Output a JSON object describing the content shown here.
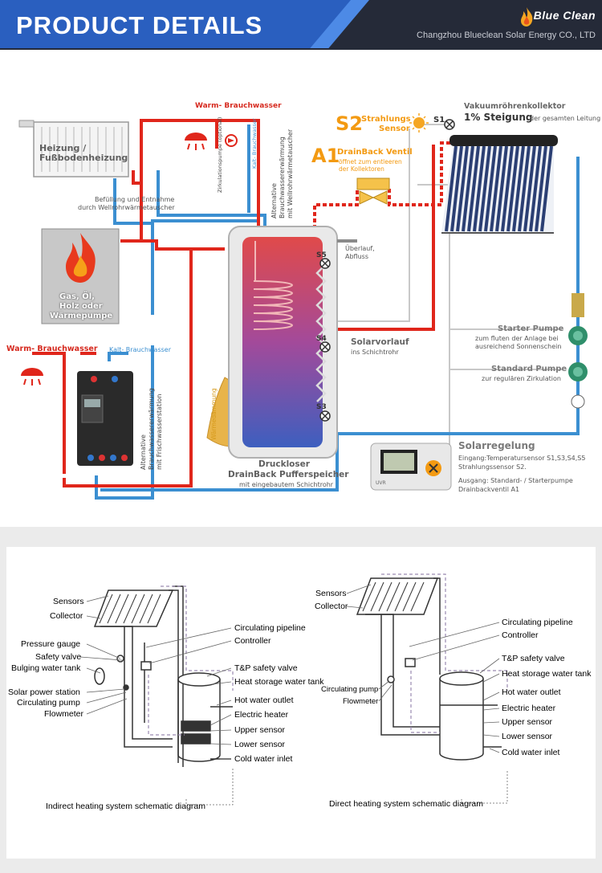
{
  "header": {
    "title": "PRODUCT DETAILS",
    "brand": "Blue Clean",
    "company": "Changzhou Blueclean Solar Energy CO., LTD"
  },
  "diagram": {
    "warm_water_top": "Warm- Brauchwasser",
    "heizung": [
      "Heizung /",
      "Fußbodenheizung"
    ],
    "zirkulation": "Zirkulationspumpe (optional)",
    "kalt_top": "Kalt- Brauchwasser",
    "befuellung": [
      "Befüllung und Entnahme",
      "durch Wellrohrwärmetauscher"
    ],
    "alt_wellrohr": [
      "Alternative",
      "Brauchwassererwärmung",
      "mit Wellrohrwärmetauscher"
    ],
    "boiler": [
      "Gas, Öl,",
      "Holz oder",
      "Wärmepumpe"
    ],
    "s2_code": "S2",
    "s2_label": [
      "Strahlungs",
      "Sensor"
    ],
    "s1": "S1",
    "collector_title": "Vakuumröhrenkollektor",
    "collector_slope": "1% Steigung",
    "collector_slope_note": "der gesamten Leitung",
    "a1_code": "A1",
    "a1_title": "DrainBack Ventil",
    "a1_desc": [
      "öffnet zum entleeren",
      "der Kollektoren"
    ],
    "ueberlauf": [
      "Überlauf,",
      "Abfluss"
    ],
    "s5": "S5",
    "s4": "S4",
    "s3": "S3",
    "solarvorlauf": "Solarvorlauf",
    "schichtrohr": "ins Schichtrohr",
    "starter_title": "Starter Pumpe",
    "starter_desc": [
      "zum fluten der Anlage bei",
      "ausreichend Sonnenschein"
    ],
    "standard_title": "Standard Pumpe",
    "standard_desc": "zur regulären Zirkulation",
    "warm_water_left": "Warm- Brauchwasser",
    "kalt_left": "Kalt- Brauchwasser",
    "alt_frisch": [
      "Alternative",
      "Brauchwassererwärmung",
      "mit Frischwasserstation"
    ],
    "waermedaemmung": "Wärmedämmung",
    "tank_title": [
      "Druckloser",
      "DrainBack Pufferspeicher"
    ],
    "tank_sub": "mit eingebautem Schichtrohr",
    "solarregelung": "Solarregelung",
    "eingang": [
      "Eingang:Temperatursensor S1,S3,S4,S5",
      "Strahlungssensor S2."
    ],
    "ausgang": [
      "Ausgang: Standard- / Starterpumpe",
      "Drainbackventil A1"
    ],
    "uvr": "UVR"
  },
  "indirect": {
    "caption": "Indirect heating system schematic diagram",
    "left_labels": [
      "Sensors",
      "Collector",
      "Pressure gauge",
      "Safety valve",
      "Bulging water tank",
      "Solar power station",
      "Circulating pump",
      "Flowmeter"
    ],
    "right_labels": [
      "Circulating pipeline",
      "Controller",
      "T&P safety valve",
      "Heat storage water tank",
      "Hot water outlet",
      "Electric heater",
      "Upper sensor",
      "Lower sensor",
      "Cold water inlet"
    ]
  },
  "direct": {
    "caption": "Direct heating system schematic diagram",
    "left_labels": [
      "Sensors",
      "Collector",
      "Circulating pump",
      "Flowmeter"
    ],
    "right_labels": [
      "Circulating pipeline",
      "Controller",
      "T&P safety valve",
      "Heat storage water tank",
      "Hot water outlet",
      "Electric heater",
      "Upper sensor",
      "Lower sensor",
      "Cold water inlet"
    ]
  }
}
